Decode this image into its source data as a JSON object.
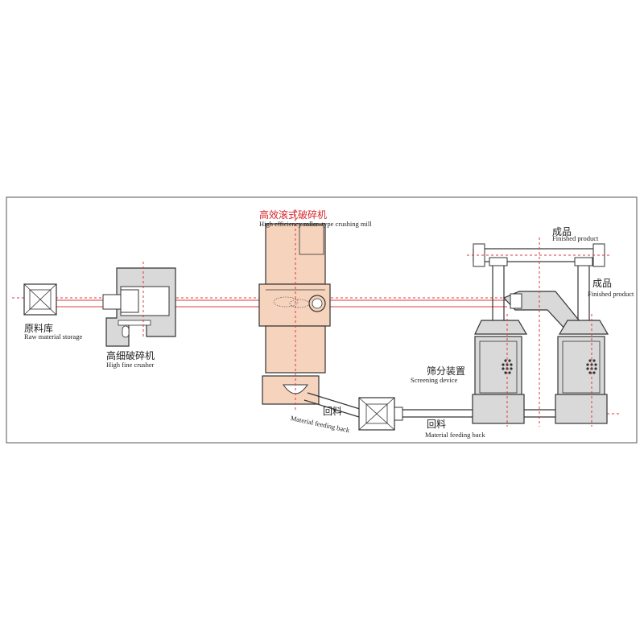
{
  "colors": {
    "frame": "#555555",
    "machine_fill": "#f6d3bc",
    "red_line": "#e1373d",
    "equipment_fill": "#d9d9d9",
    "outline": "#333333"
  },
  "labels": {
    "raw_storage_zh": "原料库",
    "raw_storage_en": "Raw material storage",
    "fine_crusher_zh": "高细破碎机",
    "fine_crusher_en": "High fine crusher",
    "roller_mill_zh": "高效滚式破碎机",
    "roller_mill_en": "High efficiency roller–type crushing mill",
    "finished_top_zh": "成品",
    "finished_top_en": "Finished product",
    "finished_right_zh": "成品",
    "finished_right_en": "Finished product",
    "screening_zh": "筛分装置",
    "screening_en": "Screening device",
    "feedback_left_zh": "回料",
    "feedback_left_en": "Material feeding back",
    "feedback_right_zh": "回料",
    "feedback_right_en": "Material feeding back"
  }
}
